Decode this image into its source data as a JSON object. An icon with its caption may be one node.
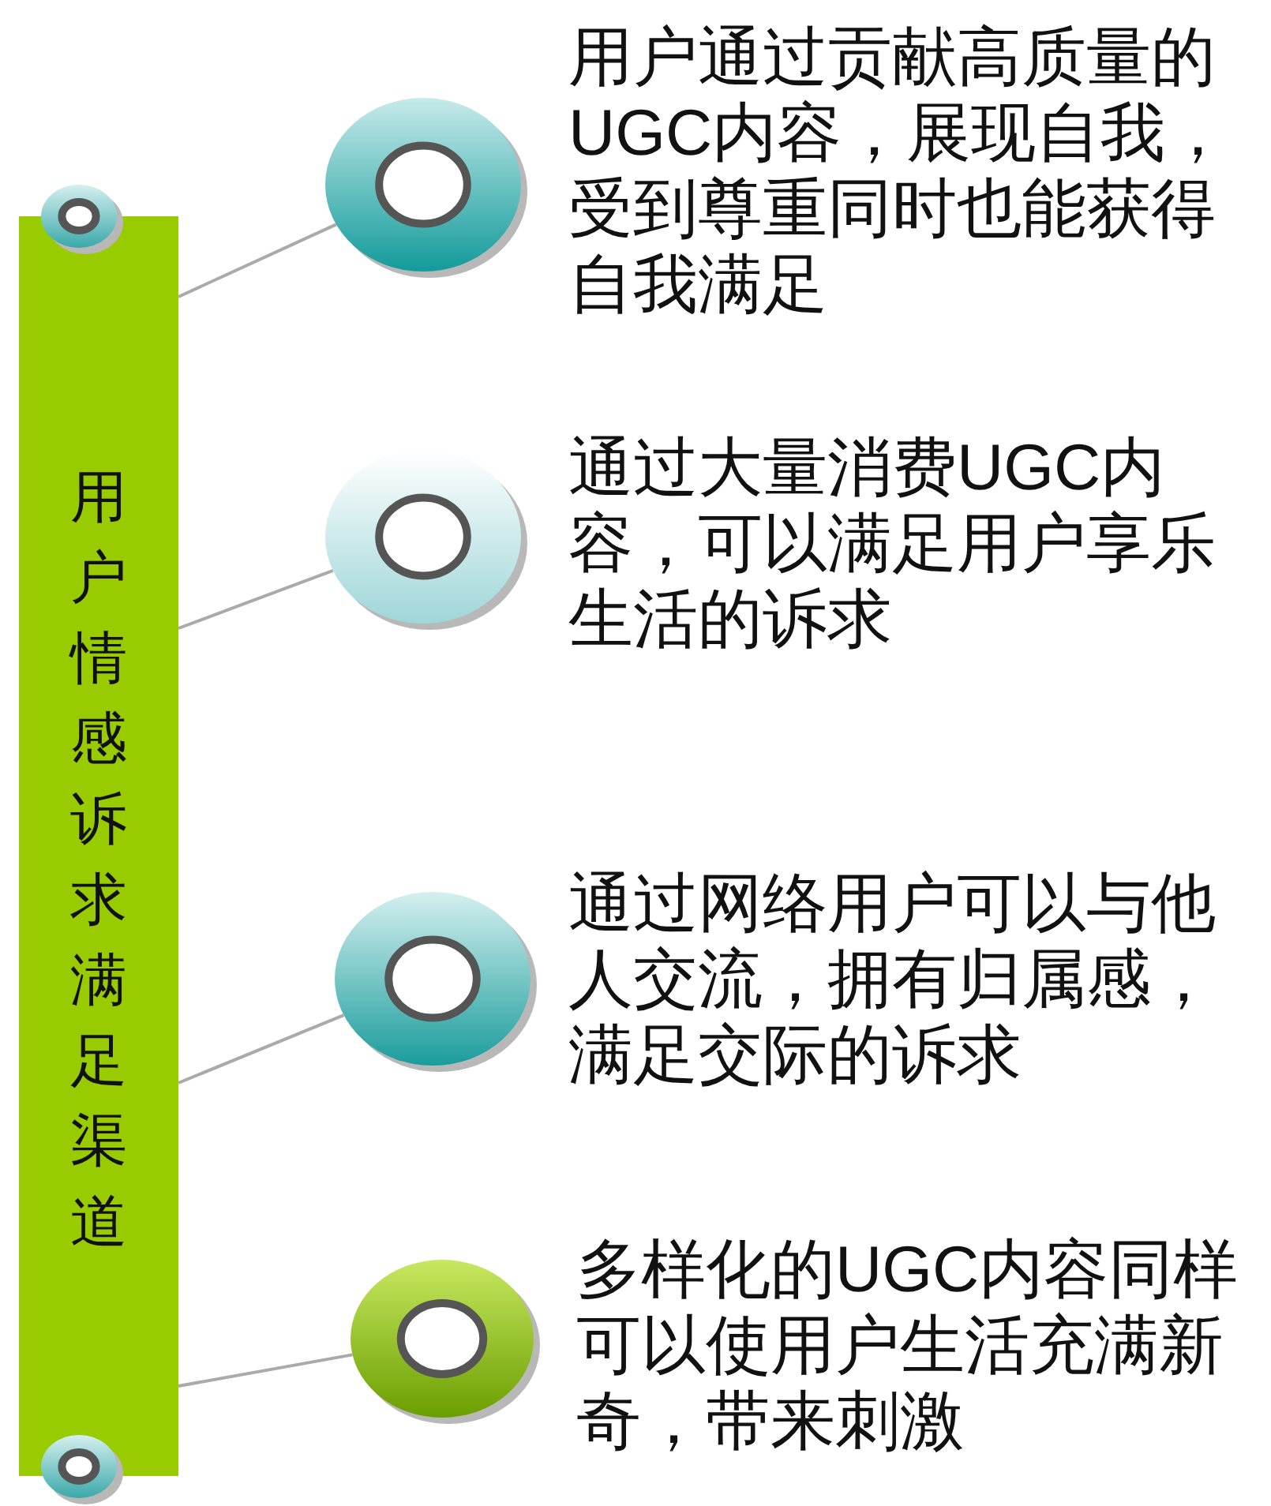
{
  "diagram": {
    "nodes": [
      {
        "text": [
          "用户情感诉求满足渠道"
        ]
      },
      {
        "text": [],
        "shape": "circle",
        "beside": [
          "用户通过贡献高质量的UGC内容，展现自我，受到尊重同时也能获得自我满足"
        ]
      },
      {
        "text": [],
        "shape": "circle",
        "beside": [
          "通过大量消费UGC内容，可以满足用户享乐生活的诉求"
        ]
      },
      {
        "text": [],
        "shape": "circle",
        "beside": [
          "通过网络用户可以与他人交流，拥有归属感，满足交际的诉求"
        ]
      },
      {
        "text": [],
        "shape": "circle",
        "beside": [
          "多样化的UGC内容同样可以使用户生活充满新奇，带来刺激"
        ]
      }
    ],
    "edges": [
      {
        "from": 0,
        "to": 1,
        "arrow": "none"
      },
      {
        "from": 0,
        "to": 2,
        "arrow": "none"
      },
      {
        "from": 0,
        "to": 3,
        "arrow": "none"
      },
      {
        "from": 0,
        "to": 4,
        "arrow": "none"
      }
    ]
  }
}
